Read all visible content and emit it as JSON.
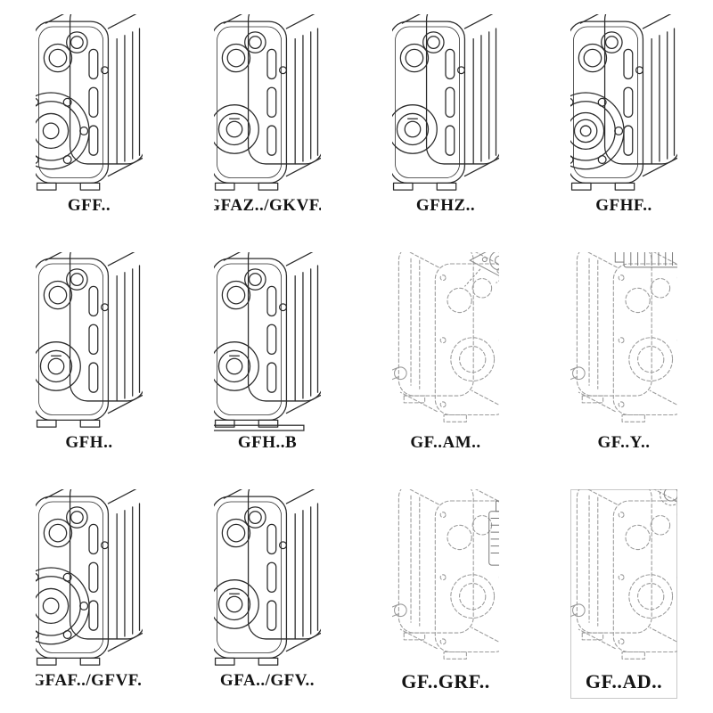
{
  "page": {
    "background_color": "#ffffff",
    "solid_line_color": "#2b2b2b",
    "dashed_line_color": "#9b9b9b",
    "description": "Catalog sheet of parallel shaft helical gear unit variants, 4 columns x 3 rows of technical line drawings with model designations"
  },
  "grid": {
    "rows": 3,
    "columns": 4,
    "items": [
      {
        "label": "GFF..",
        "symbol": "#sym-flange-shaft",
        "drawing": "gearbox-output-flange-with-solid-shaft",
        "line_style": "solid"
      },
      {
        "label": "GFAZ../GKVF..",
        "symbol": "#sym-bore",
        "drawing": "gearbox-hollow-shaft",
        "line_style": "solid"
      },
      {
        "label": "GFHZ..",
        "symbol": "#sym-bore",
        "drawing": "gearbox-hollow-shaft",
        "line_style": "solid"
      },
      {
        "label": "GFHF..",
        "symbol": "#sym-flange-hollow",
        "drawing": "gearbox-flange-hollow-shaft",
        "line_style": "solid"
      },
      {
        "label": "GFH..",
        "symbol": "#sym-bore",
        "drawing": "gearbox-hollow-shaft",
        "line_style": "solid"
      },
      {
        "label": "GFH..B",
        "symbol": "#sym-bore-base",
        "drawing": "gearbox-hollow-shaft-with-base",
        "line_style": "solid"
      },
      {
        "label": "GF..AM..",
        "symbol": "#sym-dashed-am",
        "drawing": "gearbox-with-iec-adapter-flange",
        "line_style": "dashed"
      },
      {
        "label": "GF..Y..",
        "symbol": "#sym-dashed-motor",
        "drawing": "gearbox-with-mounted-motor",
        "line_style": "dashed"
      },
      {
        "label": "GFAF../GFVF..",
        "symbol": "#sym-flange-shaft",
        "drawing": "gearbox-output-flange-with-solid-shaft",
        "line_style": "solid"
      },
      {
        "label": "GFA../GFV..",
        "symbol": "#sym-bore",
        "drawing": "gearbox-hollow-shaft",
        "line_style": "solid"
      },
      {
        "label": "GF..GRF..",
        "symbol": "#sym-dashed-grf",
        "drawing": "gearbox-with-side-adapter",
        "line_style": "dashed"
      },
      {
        "label": "GF..AD..",
        "symbol": "#sym-dashed-ad",
        "drawing": "gearbox-with-top-input-shaft",
        "line_style": "dashed"
      }
    ]
  }
}
